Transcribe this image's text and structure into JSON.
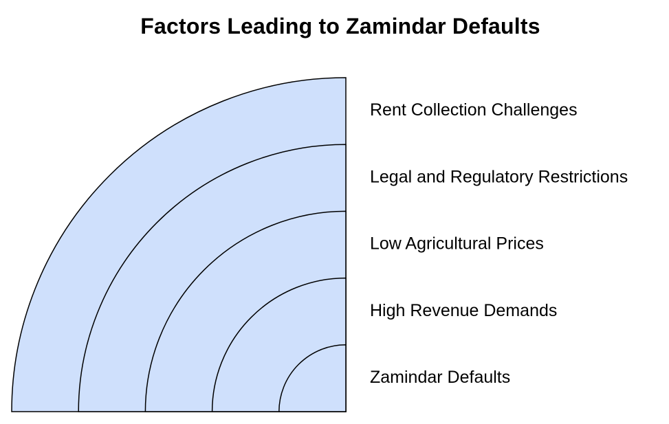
{
  "title": "Factors Leading to Zamindar Defaults",
  "colors": {
    "fill": "#cfe0fc",
    "stroke": "#000000",
    "background": "#ffffff"
  },
  "layers": [
    {
      "label": "Rent Collection Challenges"
    },
    {
      "label": "Legal and Regulatory Restrictions"
    },
    {
      "label": "Low Agricultural Prices"
    },
    {
      "label": "High Revenue Demands"
    },
    {
      "label": "Zamindar Defaults"
    }
  ]
}
